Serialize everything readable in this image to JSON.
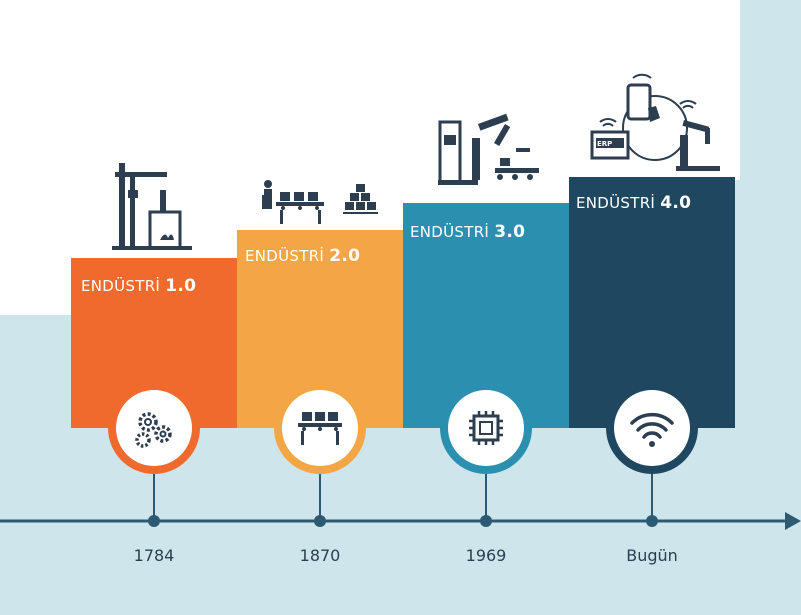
{
  "stages": [
    {
      "prefix": "ENDÜSTRİ",
      "number": "1.0",
      "year": "1784",
      "icon": "gears-icon",
      "illustration": "steam-engine-icon",
      "color": "#ef6a2c"
    },
    {
      "prefix": "ENDÜSTRİ",
      "number": "2.0",
      "year": "1870",
      "icon": "conveyor-belt-icon",
      "illustration": "assembly-line-icon",
      "color": "#f4a545"
    },
    {
      "prefix": "ENDÜSTRİ",
      "number": "3.0",
      "year": "1969",
      "icon": "microchip-icon",
      "illustration": "robotic-arm-icon",
      "color": "#2b8fb0"
    },
    {
      "prefix": "ENDÜSTRİ",
      "number": "4.0",
      "year": "Bugün",
      "icon": "wifi-icon",
      "illustration": "connected-factory-icon",
      "color": "#1f4860"
    }
  ],
  "timeline": {
    "axis_color": "#2c5a72",
    "background_color": "#cfe5ec"
  }
}
